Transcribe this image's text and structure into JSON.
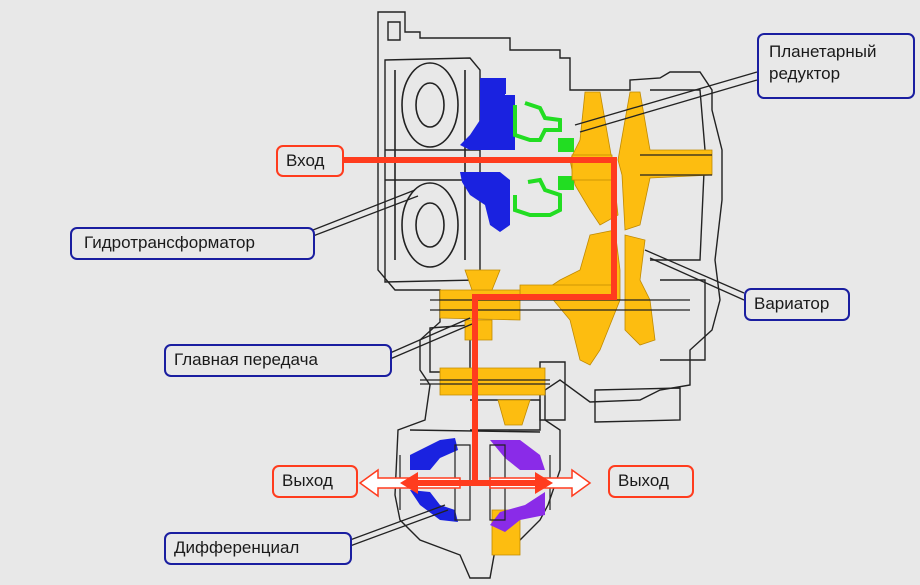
{
  "title": "CVT transmission power flow diagram",
  "colors": {
    "background": "#e8e8e8",
    "power_flow": "#ff3c1e",
    "label_border_blue": "#1a1ea0",
    "label_border_red": "#ff3c1e",
    "variator_parts": "#fdbd10",
    "torque_converter_parts": "#1a22e0",
    "planetary_parts": "#22dd22",
    "differential_parts": "#8a2be8"
  },
  "labels": {
    "planetary": {
      "line1": "Планетарный",
      "line2": "редуктор"
    },
    "input": "Вход",
    "torque_converter": "Гидротрансформатор",
    "variator": "Вариатор",
    "final_drive": "Главная передача",
    "output_left": "Выход",
    "output_right": "Выход",
    "differential": "Дифференциал"
  }
}
